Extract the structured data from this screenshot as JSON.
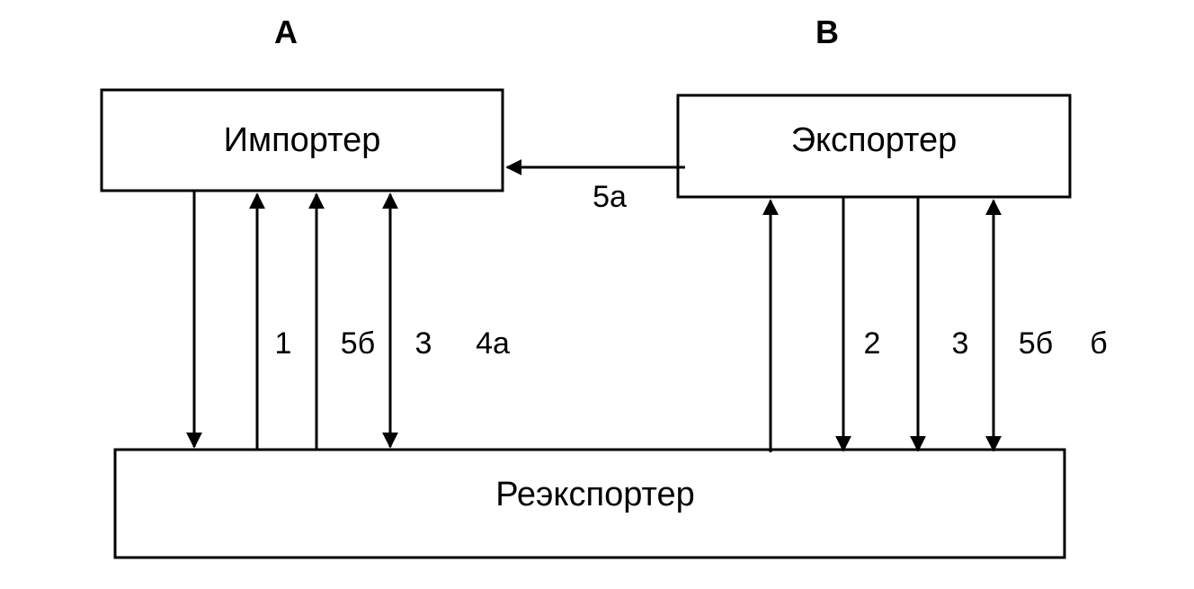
{
  "headings": {
    "left": "A",
    "right": "B"
  },
  "boxes": {
    "importer": "Импортер",
    "exporter": "Экспортер",
    "reexporter": "Реэкспортер"
  },
  "labels": {
    "link_5a": "5а",
    "left_1": "1",
    "left_5b": "5б",
    "left_3": "3",
    "left_4a": "4а",
    "right_2": "2",
    "right_3": "3",
    "right_5b": "5б",
    "right_6": "б"
  },
  "colors": {
    "stroke": "#000000",
    "background": "#ffffff"
  }
}
